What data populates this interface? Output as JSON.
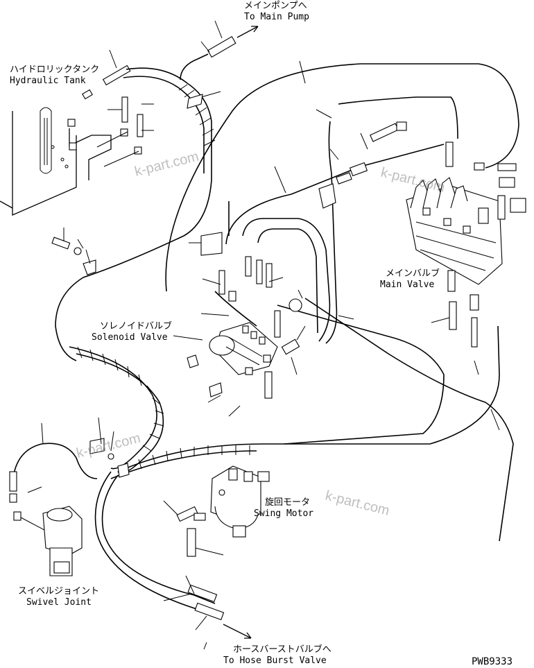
{
  "labels": {
    "main_pump_jp": "メインポンプへ",
    "main_pump_en": "To Main Pump",
    "hydraulic_tank_jp": "ハイドロリックタンク",
    "hydraulic_tank_en": "Hydraulic Tank",
    "main_valve_jp": "メインバルブ",
    "main_valve_en": "Main Valve",
    "solenoid_valve_jp": "ソレノイドバルブ",
    "solenoid_valve_en": "Solenoid Valve",
    "swing_motor_jp": "旋回モータ",
    "swing_motor_en": "Swing Motor",
    "swivel_joint_jp": "スイベルジョイント",
    "swivel_joint_en": "Swivel Joint",
    "hose_burst_jp": "ホースバーストバルブへ",
    "hose_burst_en": "To Hose Burst Valve"
  },
  "watermarks": [
    "k-part.com",
    "k-part.com",
    "k-part.com",
    "k-part.com"
  ],
  "drawing_code": "PWB9333",
  "style": {
    "line_color": "#000000",
    "background": "#ffffff",
    "watermark_color": "#8a8a8a"
  }
}
